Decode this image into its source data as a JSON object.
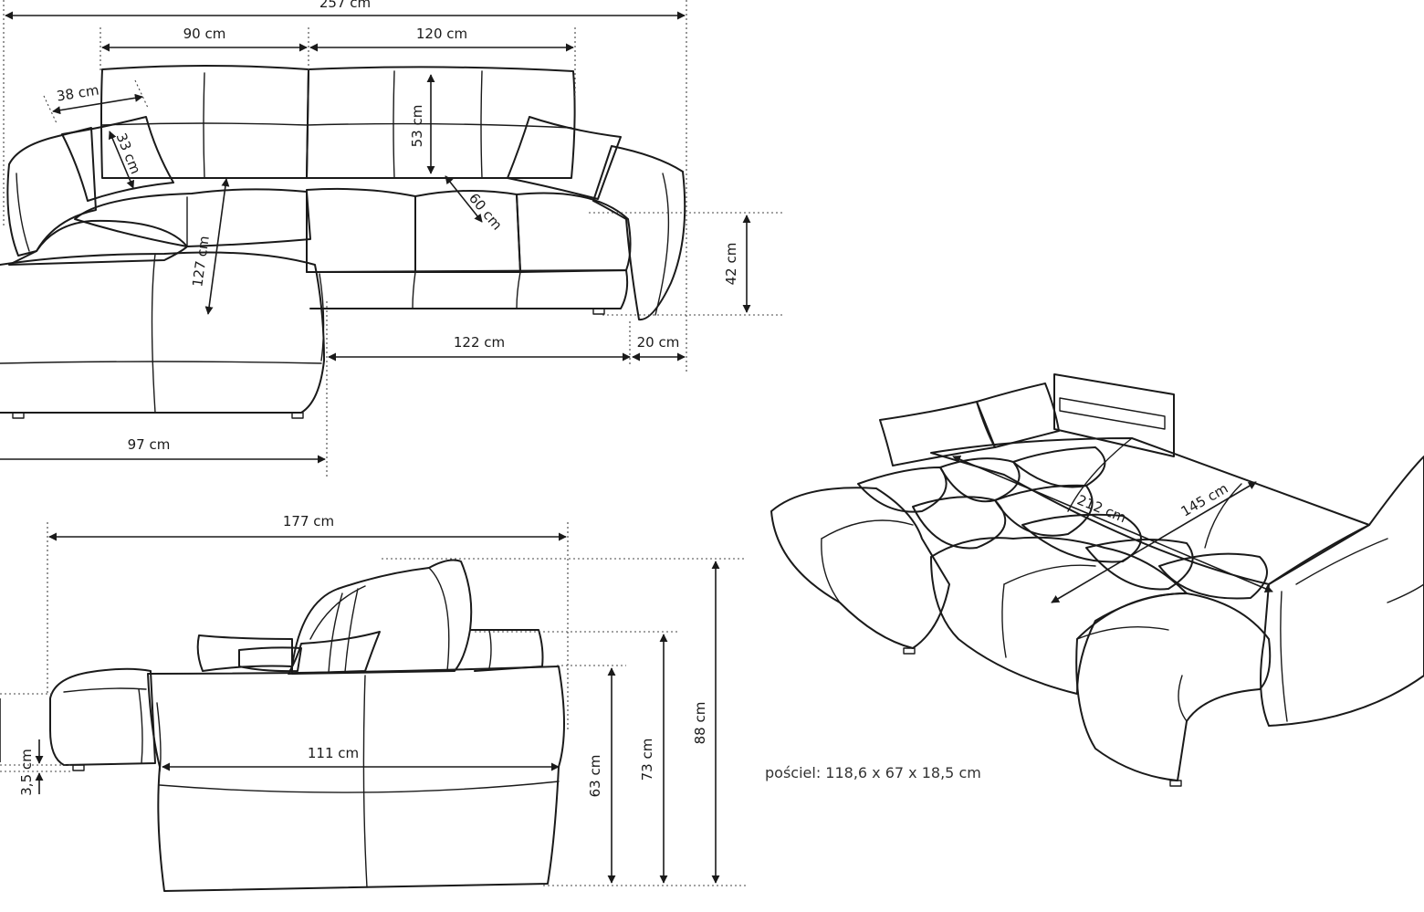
{
  "colors": {
    "line": "#1a1a1a",
    "background": "#ffffff"
  },
  "dimensions": {
    "total_width": "257 cm",
    "back_left": "90 cm",
    "back_right": "120 cm",
    "pillow_width": "38 cm",
    "pillow_height": "33 cm",
    "backrest_height": "53 cm",
    "seat_depth": "60 cm",
    "seat_height": "42 cm",
    "chaise_length": "127 cm",
    "sofa_part": "122 cm",
    "armrest": "20 cm",
    "chaise_width": "97 cm",
    "side_length": "177 cm",
    "height_total": "88 cm",
    "height_arm": "73 cm",
    "height_back": "63 cm",
    "front_width": "111 cm",
    "leg_height": "3,5 cm",
    "bed_length": "212 cm",
    "bed_width": "145 cm"
  },
  "bedding_note": "pościel: 118,6 x 67 x 18,5 cm"
}
